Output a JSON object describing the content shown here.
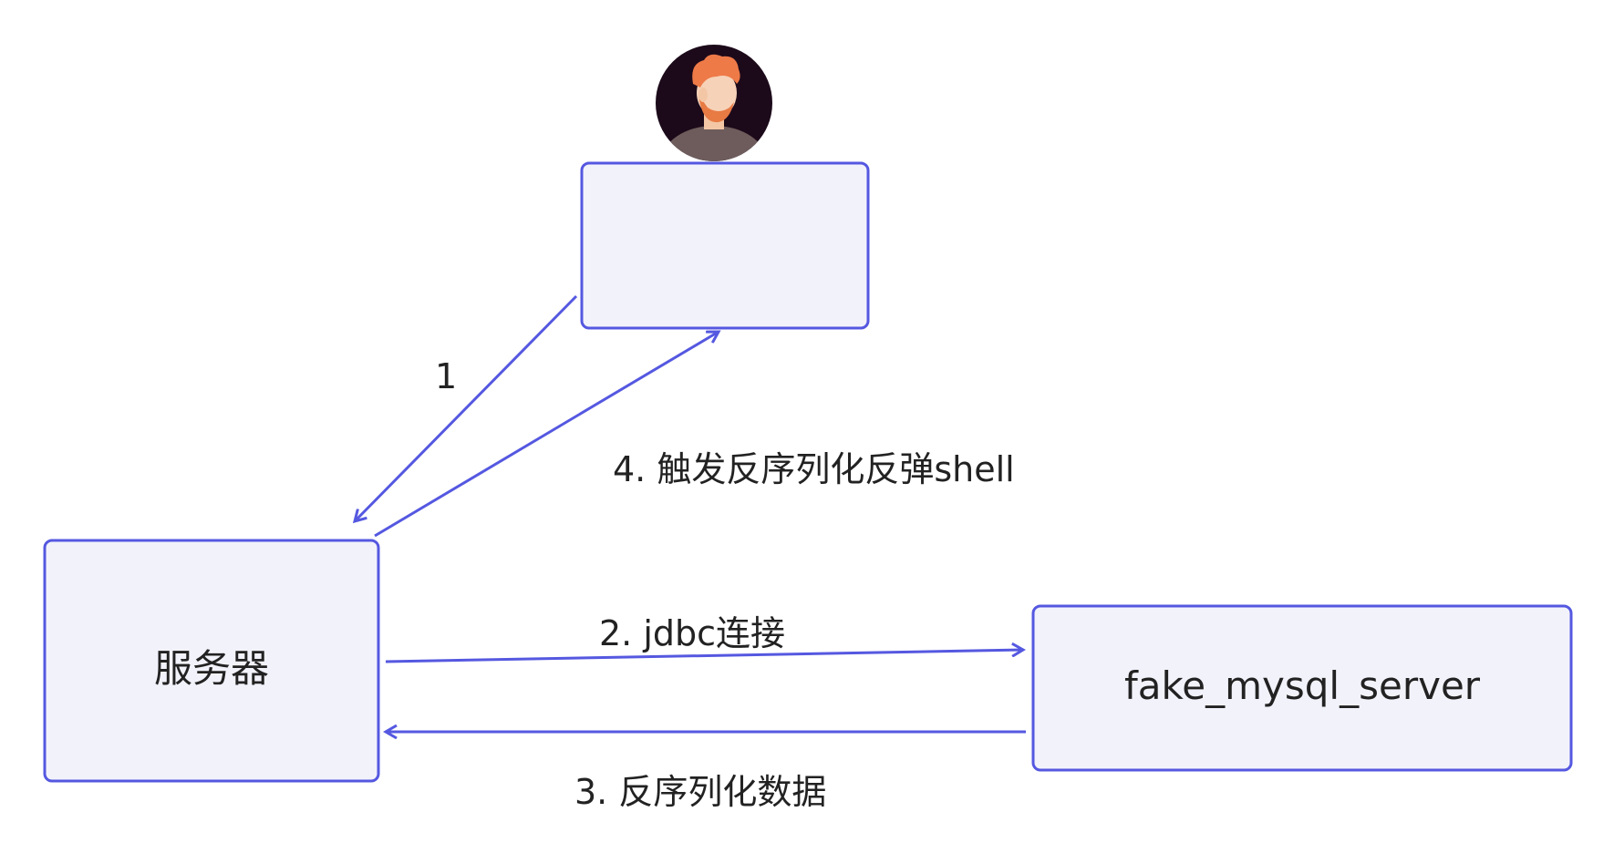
{
  "nodes": {
    "attacker": {
      "label": "",
      "avatar_icon": "person-avatar-icon"
    },
    "server": {
      "label": "服务器"
    },
    "fake_mysql": {
      "label": "fake_mysql_server"
    }
  },
  "edges": {
    "step1": {
      "label": "1"
    },
    "step2": {
      "label": "2.  jdbc连接"
    },
    "step3": {
      "label": "3.  反序列化数据"
    },
    "step4": {
      "label": "4.  触发反序列化反弹shell"
    }
  },
  "colors": {
    "stroke": "#5558e0",
    "node_fill": "#f2f2fb",
    "text": "#222222"
  }
}
